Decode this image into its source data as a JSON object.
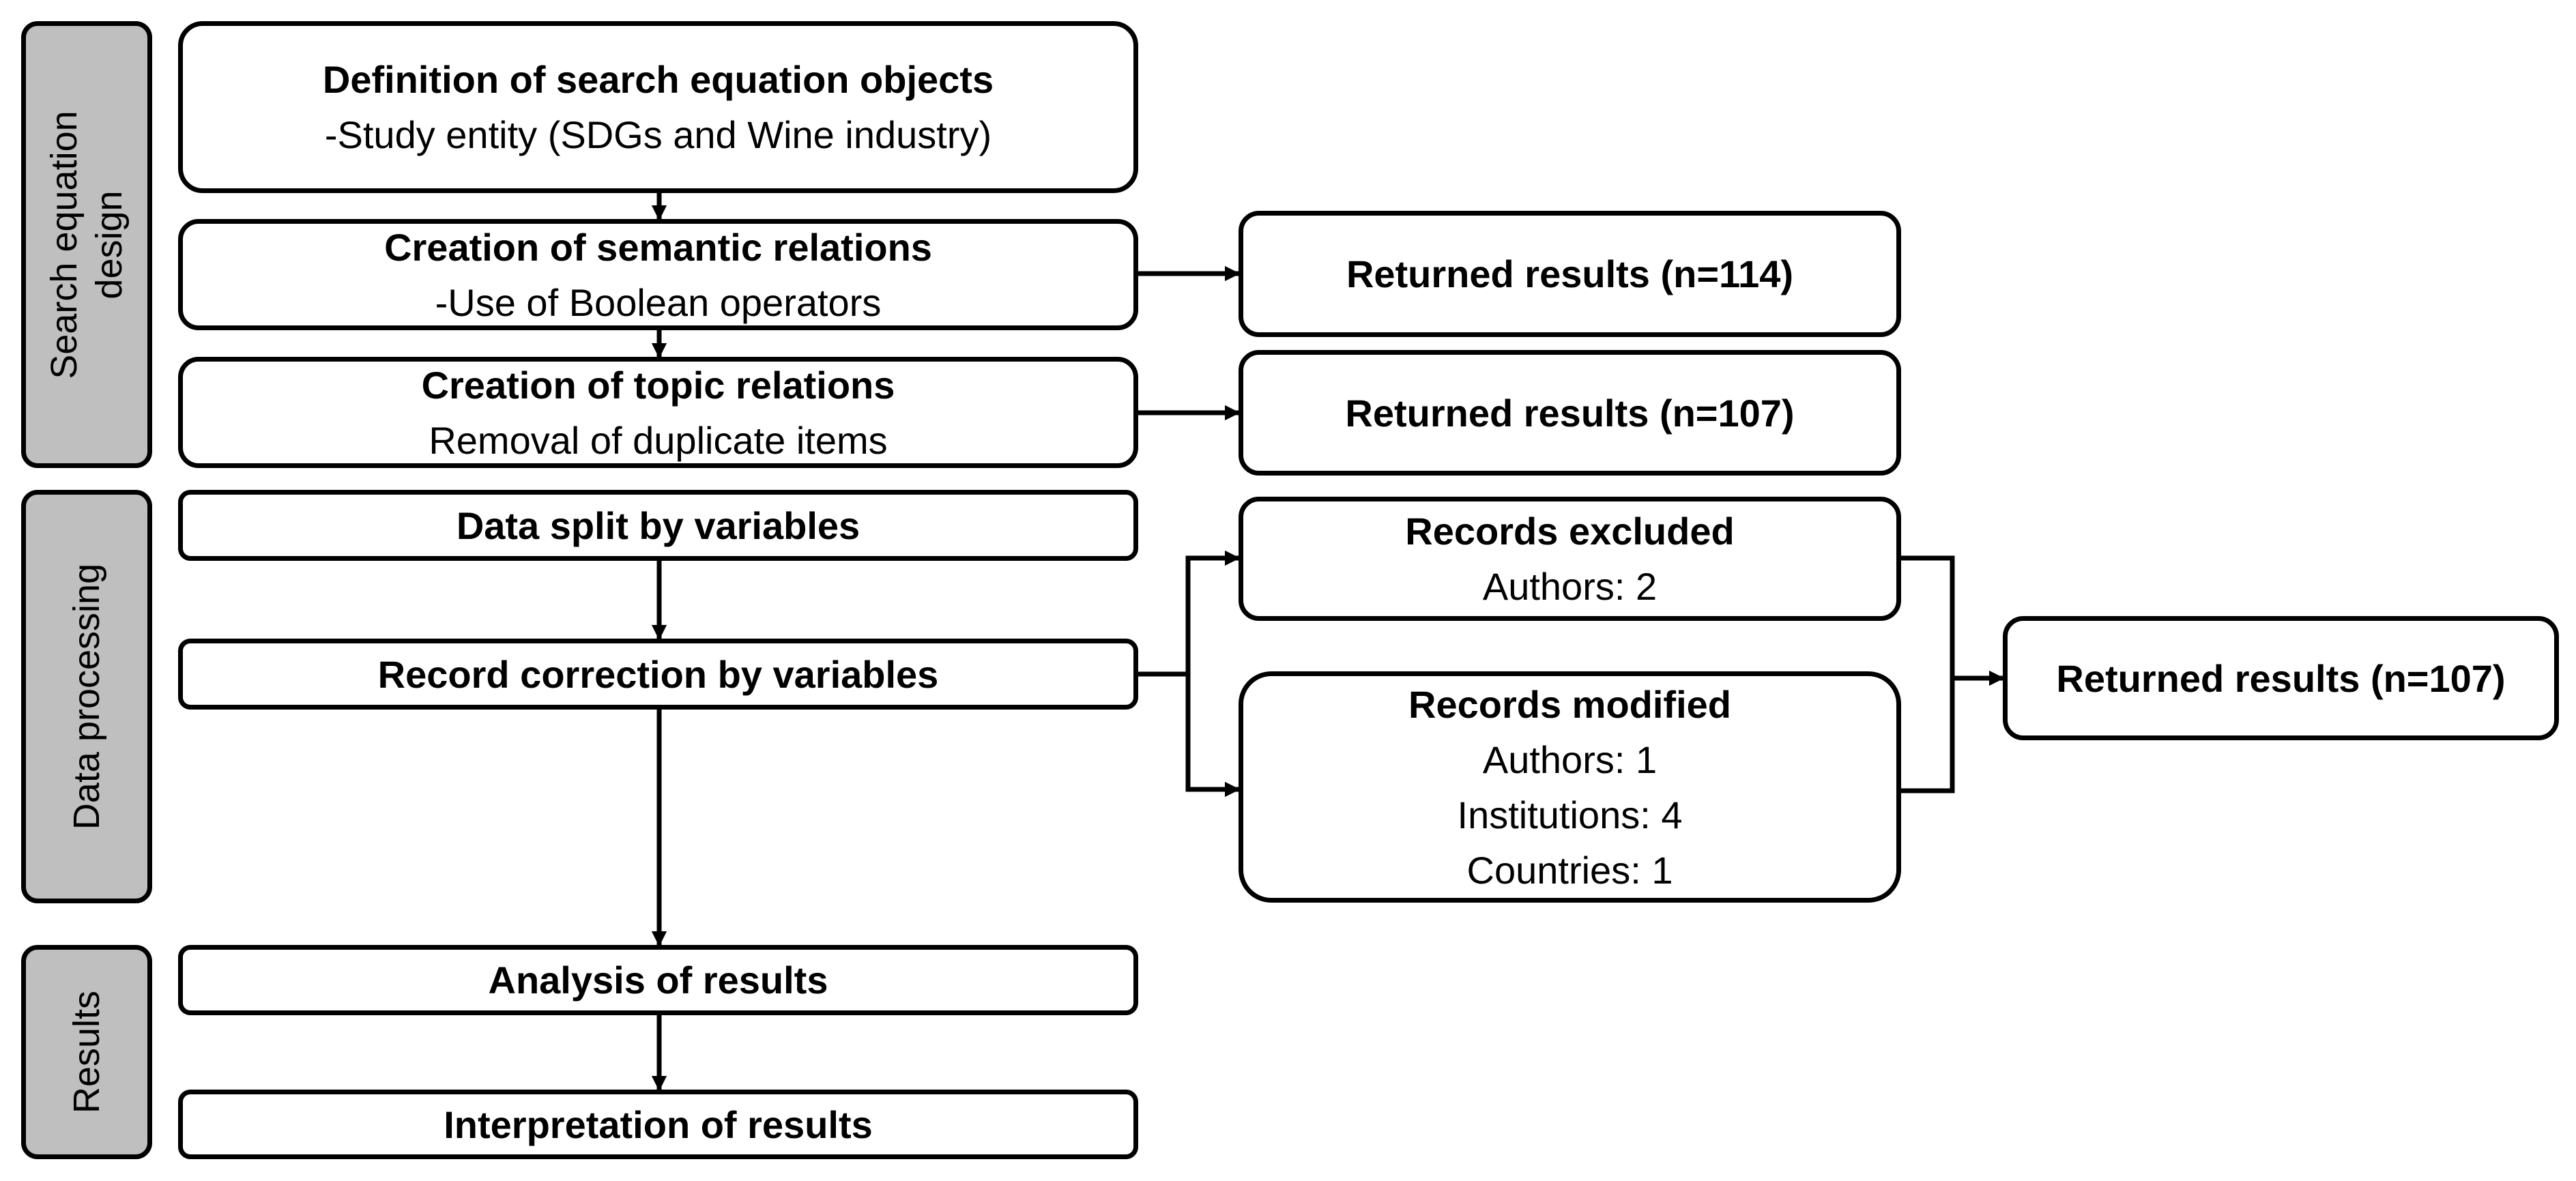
{
  "sections": {
    "search_design": {
      "line1": "Search equation",
      "line2": "design"
    },
    "data_processing": {
      "label": "Data processing"
    },
    "results": {
      "label": "Results"
    }
  },
  "boxes": {
    "definition": {
      "title": "Definition of search equation objects",
      "sub": "-Study entity (SDGs and Wine industry)"
    },
    "semantic": {
      "title": "Creation of semantic relations",
      "sub": "-Use of Boolean operators"
    },
    "topic": {
      "title": "Creation of topic relations",
      "sub": "Removal of duplicate items"
    },
    "data_split": {
      "title": "Data split by variables"
    },
    "record_correction": {
      "title": "Record correction by variables"
    },
    "analysis": {
      "title": "Analysis of results"
    },
    "interpretation": {
      "title": "Interpretation of results"
    },
    "returned_114": {
      "title": "Returned results (n=114)"
    },
    "returned_107_a": {
      "title": "Returned results (n=107)"
    },
    "records_excluded": {
      "title": "Records excluded",
      "lines": [
        "Authors: 2"
      ]
    },
    "records_modified": {
      "title": "Records modified",
      "lines": [
        "Authors: 1",
        "Institutions: 4",
        "Countries: 1"
      ]
    },
    "returned_107_b": {
      "title": "Returned results (n=107)"
    }
  },
  "colors": {
    "section_fill": "#bfbfbf",
    "stroke": "#000000",
    "box_fill": "#ffffff"
  }
}
